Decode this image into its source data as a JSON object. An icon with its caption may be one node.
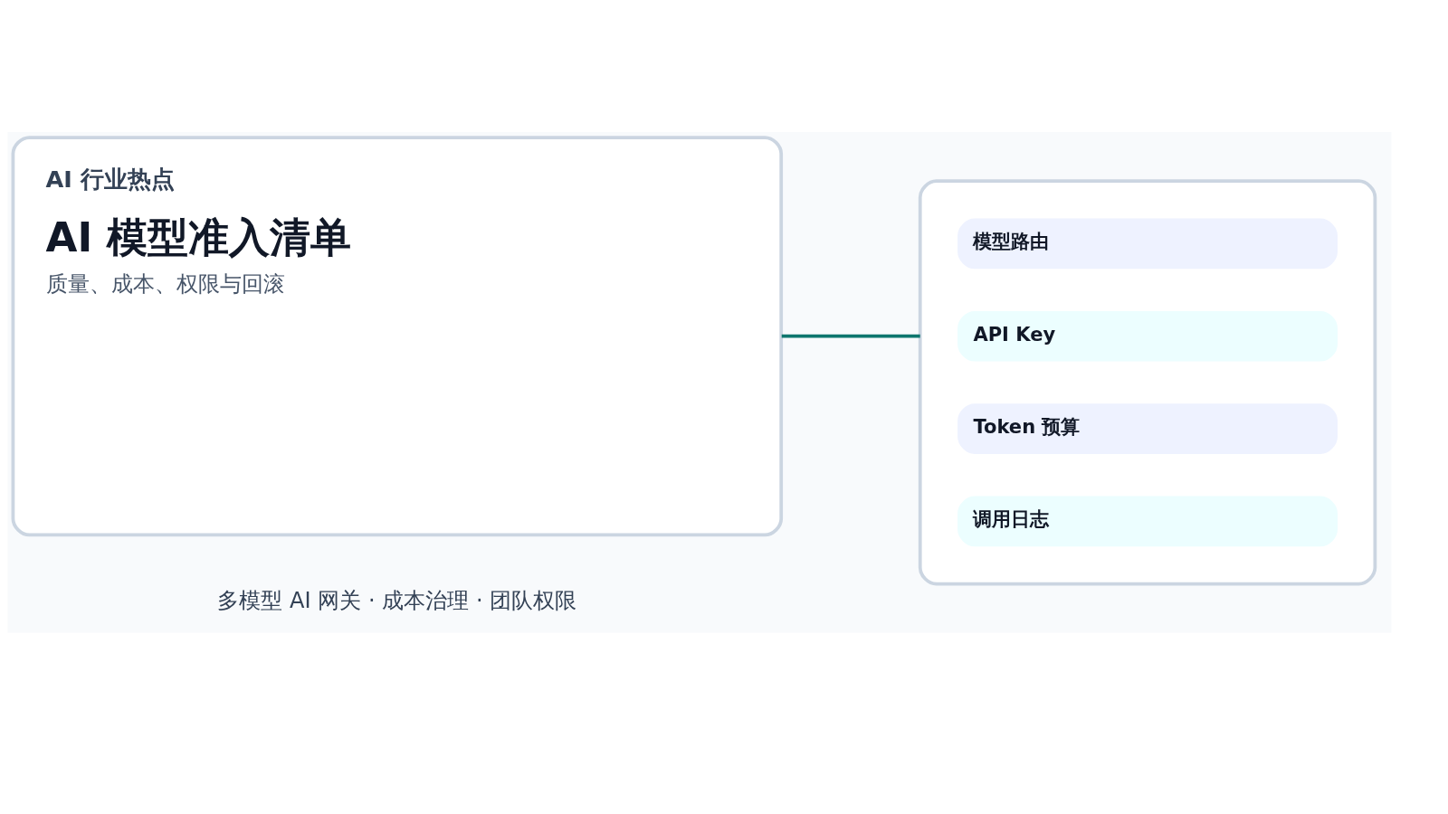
{
  "diagram": {
    "nodes": [
      {
        "text": [
          "AI 行业热点",
          "AI 模型准入清单",
          "质量、成本、权限与回滚"
        ]
      },
      {
        "text": [],
        "shape": "box"
      },
      {
        "text": [
          "模型路由"
        ],
        "in": 1
      },
      {
        "text": [
          "API Key"
        ],
        "in": 1
      },
      {
        "text": [
          "Token 预算"
        ],
        "in": 1
      },
      {
        "text": [
          "调用日志"
        ],
        "in": 1
      }
    ],
    "edges": [
      {
        "from": 0,
        "to": 1,
        "arrow": "none",
        "color": "#0f766e"
      }
    ],
    "labels": [
      "多模型 AI 网关 · 成本治理 · 团队权限"
    ]
  }
}
